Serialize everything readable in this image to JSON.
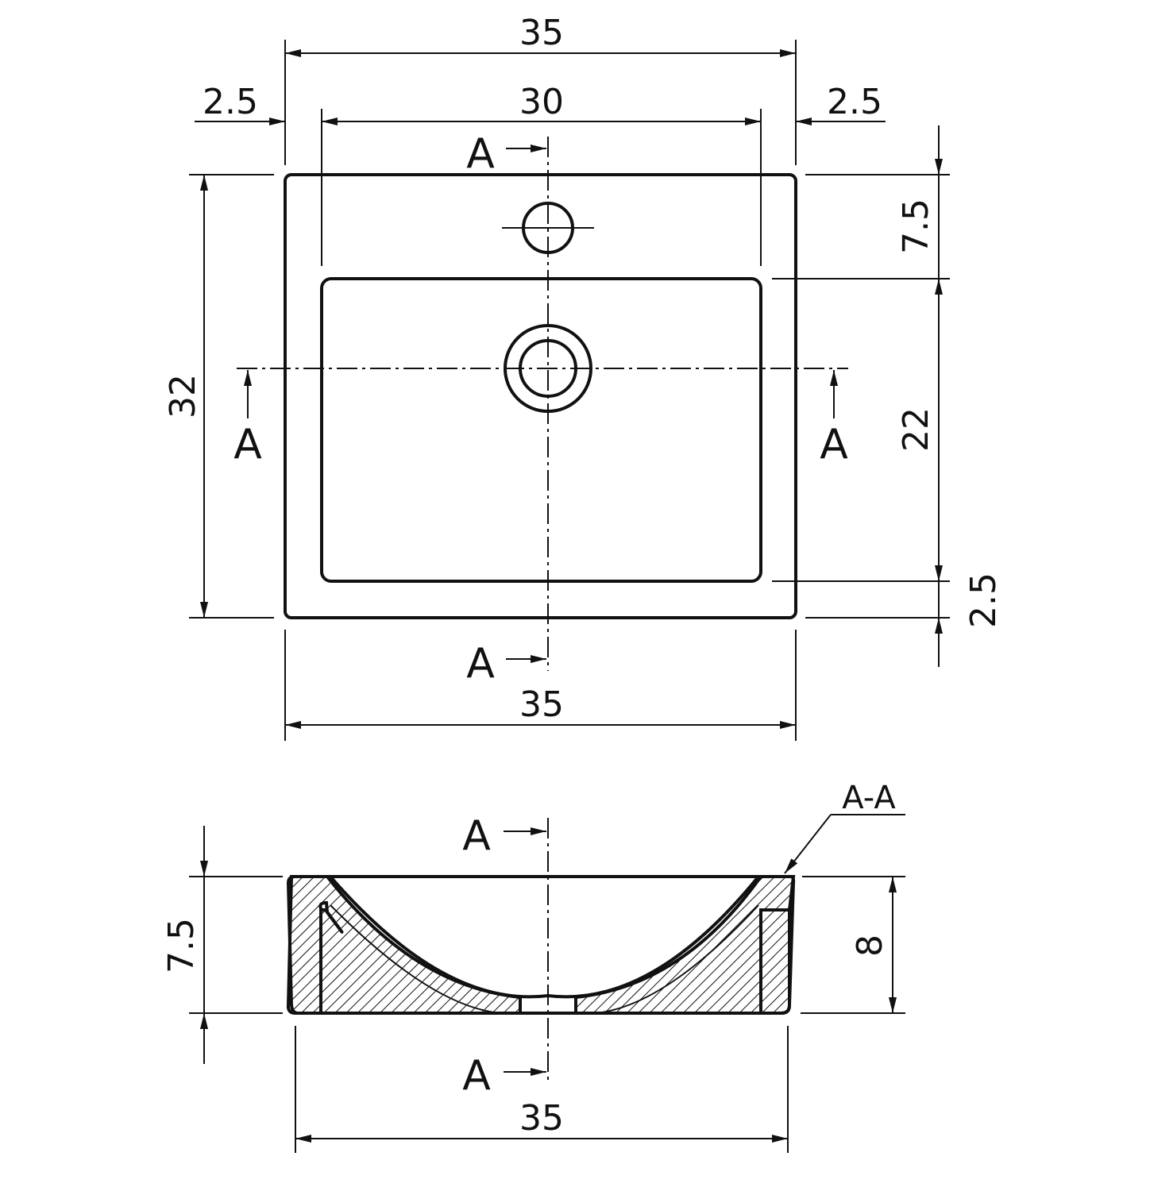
{
  "top_view": {
    "overall_width": "35",
    "inner_width": "30",
    "left_margin": "2.5",
    "right_margin": "2.5",
    "overall_depth": "32",
    "back_margin": "7.5",
    "basin_depth": "22",
    "front_margin": "2.5",
    "bottom_width": "35"
  },
  "section_view": {
    "label": "A-A",
    "height": "7.5",
    "inner_height": "8",
    "width": "35"
  },
  "section_marker": "A"
}
